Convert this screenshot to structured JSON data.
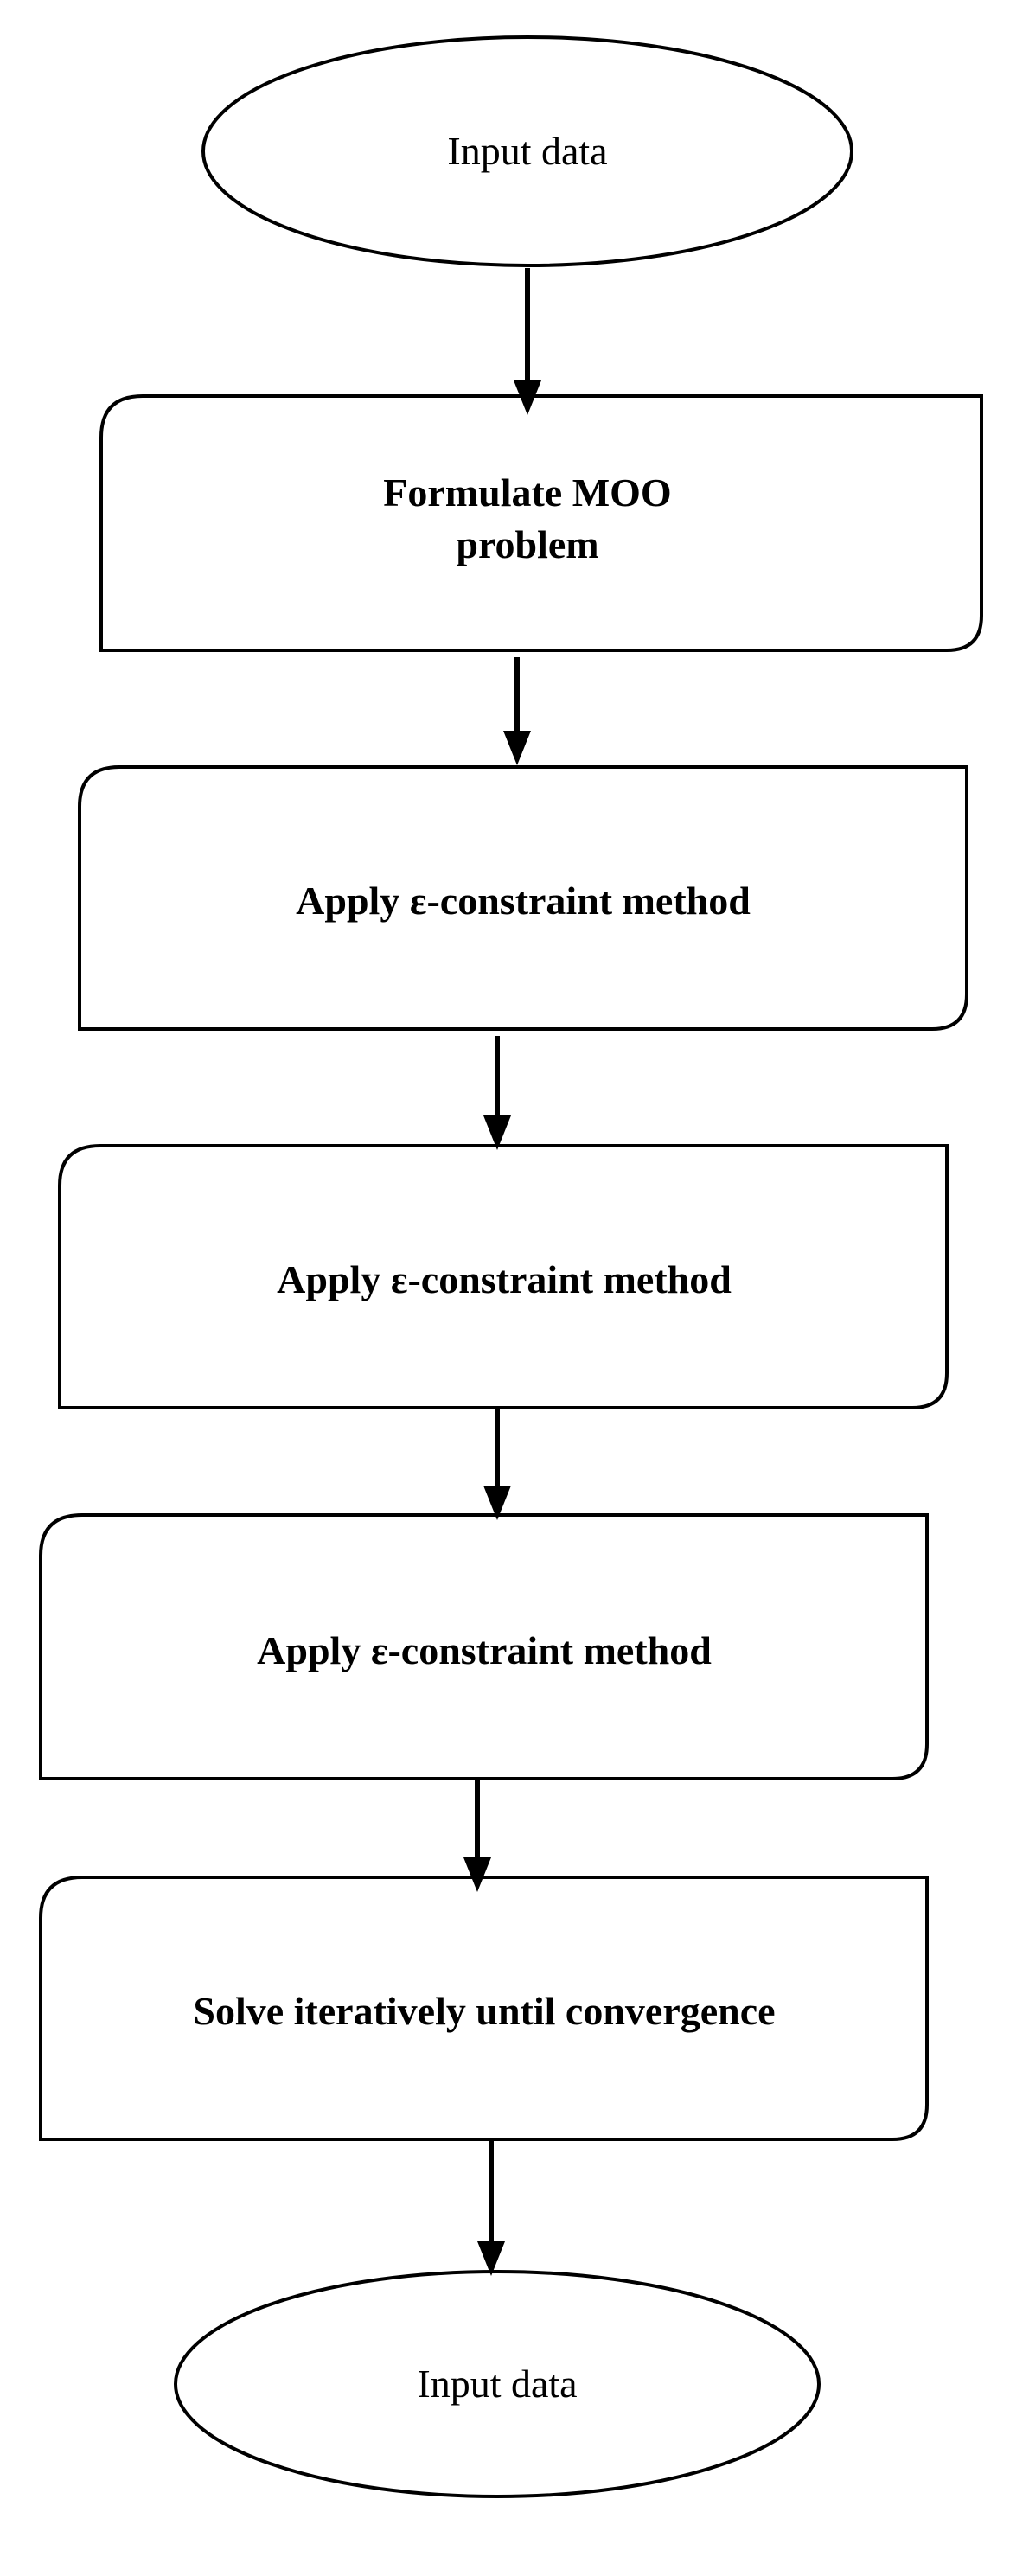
{
  "start": {
    "label": "Input data"
  },
  "steps": [
    {
      "label": "Formulate MOO problem"
    },
    {
      "label": "Apply ε-constraint method"
    },
    {
      "label": "Apply ε-constraint method"
    },
    {
      "label": "Apply ε-constraint method"
    },
    {
      "label": "Solve iteratively until convergence"
    }
  ],
  "end": {
    "label": "Input data"
  },
  "colors": {
    "stroke": "#000000",
    "fill": "#ffffff",
    "text": "#000000"
  }
}
